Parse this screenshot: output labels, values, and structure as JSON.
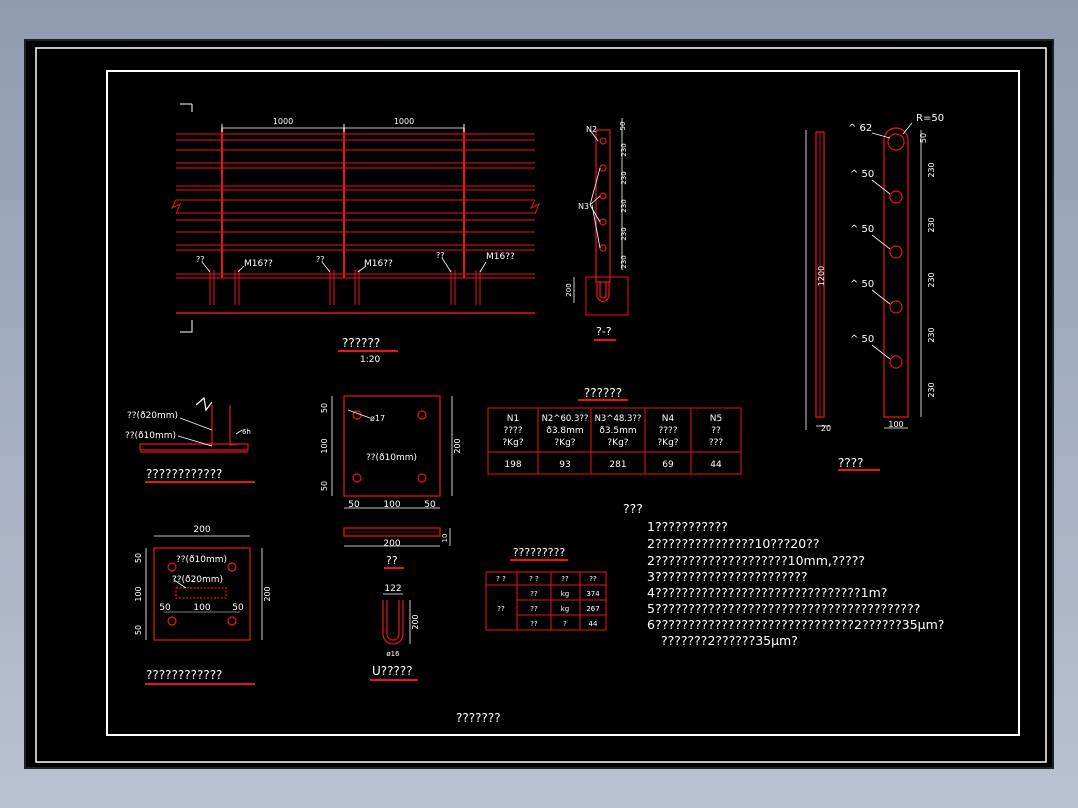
{
  "colors": {
    "background": "#000000",
    "frame": "#ffffff",
    "drawing": "#e8141c",
    "text": "#ffffff"
  },
  "elevation": {
    "dim_left": "1000",
    "dim_right": "1000",
    "bolt_label_1": "M16??",
    "bolt_label_2": "M16??",
    "bolt_label_3": "M16??",
    "note_1": "??",
    "note_2": "??",
    "note_3": "??",
    "title": "??????",
    "scale": "1:20"
  },
  "section": {
    "n2_label": "N2",
    "n3_label": "N3",
    "dim_top": "50",
    "dims": [
      "230",
      "230",
      "230",
      "230",
      "230"
    ],
    "dim_base": "200",
    "title": "?-?"
  },
  "post": {
    "radius_label": "R=50",
    "hole_top": "^ 62",
    "holes": [
      "^ 50",
      "^ 50",
      "^ 50",
      "^ 50"
    ],
    "height": "1200",
    "dim_top": "50",
    "dims": [
      "230",
      "230",
      "230",
      "230",
      "230"
    ],
    "width": "100",
    "offset": "20",
    "title": "????"
  },
  "weld_detail": {
    "label_upper": "??(ð20mm)",
    "label_lower": "??(ð10mm)",
    "weld": "6h",
    "title": "????????????"
  },
  "base_plate": {
    "dim_v": [
      "50",
      "100",
      "50"
    ],
    "dim_h": [
      "50",
      "100",
      "50"
    ],
    "dim_right": "200",
    "hole_label": "ø17",
    "center_label": "??(ð10mm)",
    "side_width": "200",
    "side_thick": "10",
    "title": "??"
  },
  "material_table": {
    "title": "??????",
    "headers": [
      [
        "N1",
        "????",
        "?Kg?"
      ],
      [
        "N2^60.3??",
        "ð3.8mm",
        "?Kg?"
      ],
      [
        "N3^48.3??",
        "ð3.5mm",
        "?Kg?"
      ],
      [
        "N4",
        "????",
        "?Kg?"
      ],
      [
        "N5",
        "??",
        "???"
      ]
    ],
    "values": [
      "198",
      "93",
      "281",
      "69",
      "44"
    ]
  },
  "anchor_plate": {
    "width": "200",
    "label_upper": "??(ð10mm)",
    "label_lower": "??(ð20mm)",
    "dim_v": [
      "50",
      "100",
      "50"
    ],
    "dim_h": [
      "50",
      "100",
      "50"
    ],
    "dim_right": "200",
    "title": "????????????"
  },
  "u_bolt": {
    "width": "122",
    "height": "200",
    "bar": "ø16",
    "title": "U?????"
  },
  "small_table": {
    "title": "?????????",
    "headers": [
      "? ?",
      "? ?",
      "??",
      "??"
    ],
    "group": "??",
    "rows": [
      [
        "??",
        "kg",
        "374"
      ],
      [
        "??",
        "kg",
        "267"
      ],
      [
        "??",
        "?",
        "44"
      ]
    ]
  },
  "notes": {
    "heading": "???",
    "lines": [
      "1???????????",
      "2???????????????10???20??",
      "2????????????????????10mm,?????",
      "3???????????????????????",
      "4???????????????????????????????1m?",
      "5????????????????????????????????????????",
      "6??????????????????????????????2??????35μm?",
      "???????2??????35μm?"
    ]
  },
  "sheet_title": "???????"
}
